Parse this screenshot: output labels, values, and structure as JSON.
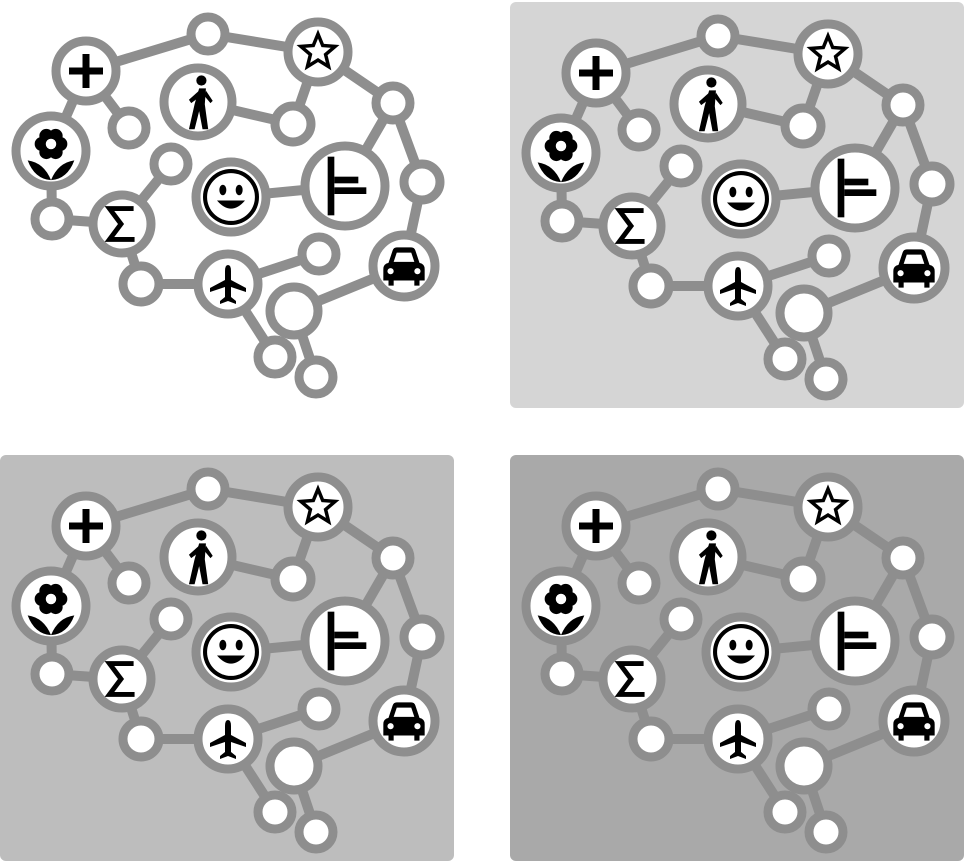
{
  "colors": {
    "edge": "#8e8e8e",
    "node_fill": "#ffffff",
    "icon": "#000000"
  },
  "panels": [
    {
      "id": "panel-plain",
      "background": "#ffffff"
    },
    {
      "id": "panel-light-gray",
      "background": "#d5d5d5"
    },
    {
      "id": "panel-mid-gray",
      "background": "#bdbdbd"
    },
    {
      "id": "panel-dark-gray",
      "background": "#a9a9a9"
    }
  ],
  "icon_nodes": [
    {
      "name": "plus-icon",
      "glyph": "+"
    },
    {
      "name": "star-icon",
      "glyph": "☆"
    },
    {
      "name": "walking-person-icon",
      "glyph": "🚶"
    },
    {
      "name": "flower-icon",
      "glyph": "✿"
    },
    {
      "name": "sigma-icon",
      "glyph": "Σ"
    },
    {
      "name": "smiley-icon",
      "glyph": "☺"
    },
    {
      "name": "bar-graph-icon",
      "glyph": "╞"
    },
    {
      "name": "airplane-icon",
      "glyph": "✈"
    },
    {
      "name": "car-icon",
      "glyph": "🚗"
    }
  ]
}
